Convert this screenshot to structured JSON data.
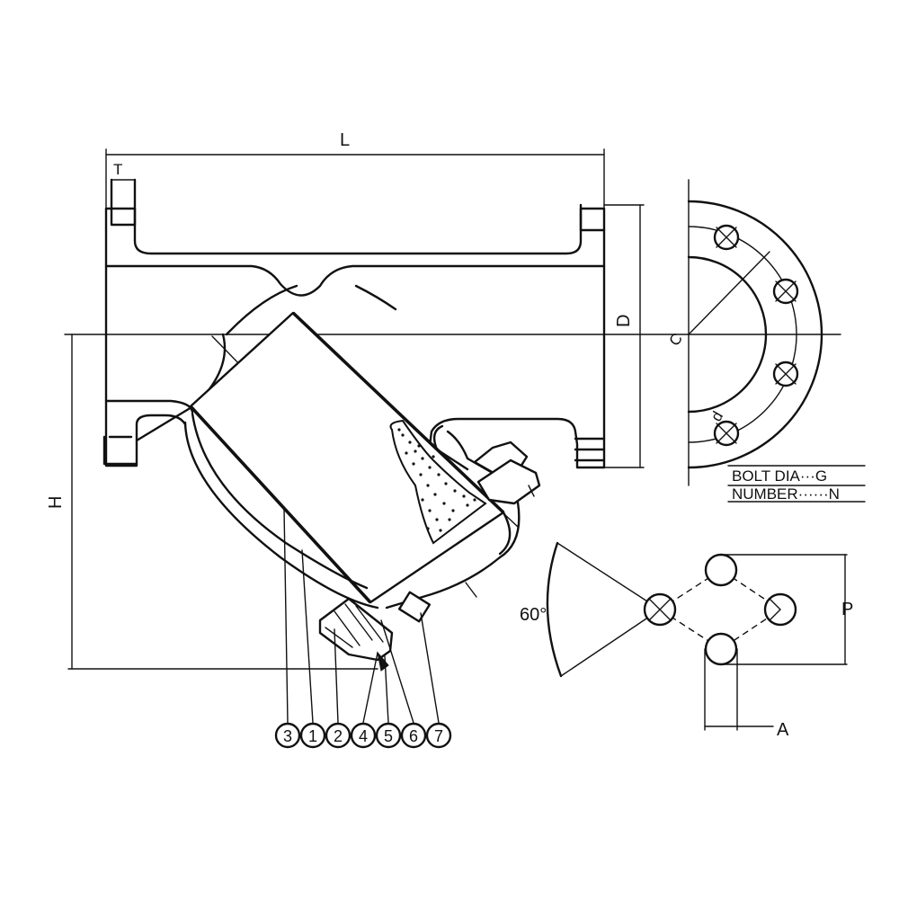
{
  "dimensions": {
    "length": "L",
    "flange_thickness": "T",
    "flange_diameter": "D",
    "height": "H",
    "pitch_circle": "C",
    "bolt_hole": "d",
    "bolt_spacing": "P",
    "offset": "A",
    "angle": "60°"
  },
  "bolt_table": {
    "bolt_dia": "BOLT DIA···G",
    "number": "NUMBER······N"
  },
  "part_callouts": [
    "3",
    "1",
    "2",
    "4",
    "5",
    "6",
    "7"
  ]
}
